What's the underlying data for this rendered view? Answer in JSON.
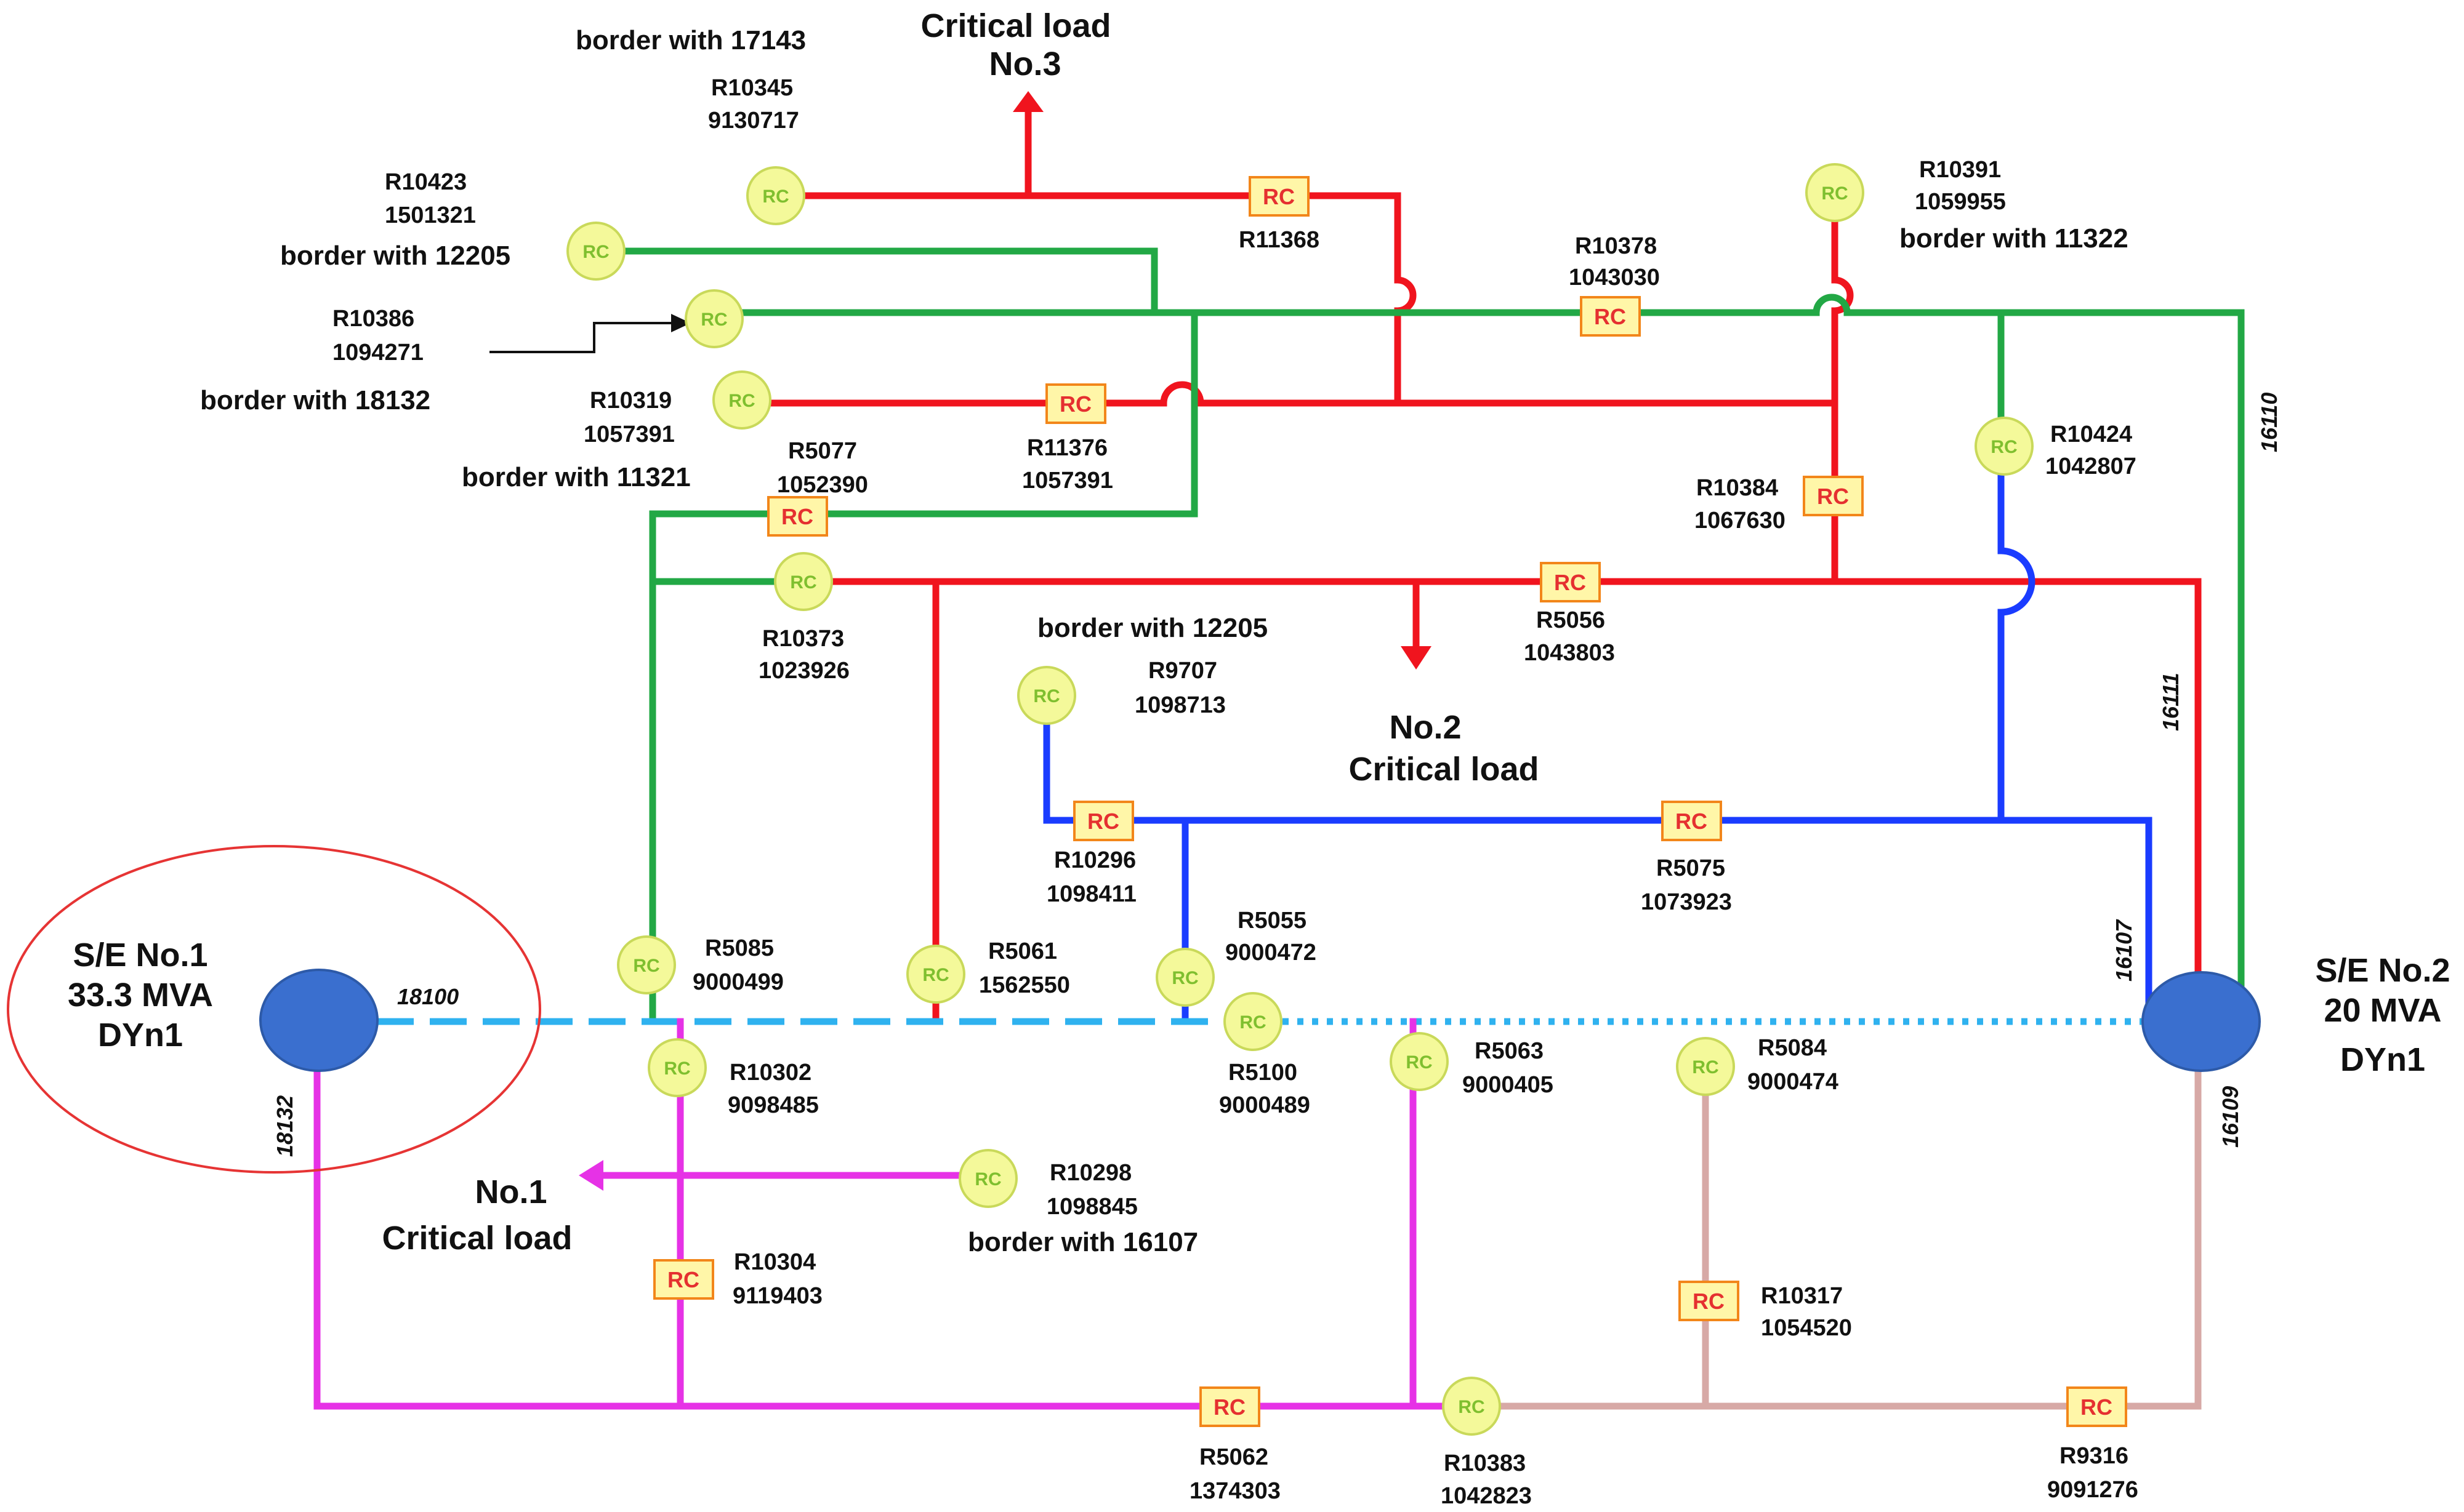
{
  "colors": {
    "red": "#f0141e",
    "green": "#22a845",
    "blue": "#1a3cff",
    "magenta": "#e632e6",
    "pink": "#d7a9a6",
    "cyan": "#2fb2ef",
    "station": "#3a6fcf",
    "rc_circle_fill": "#f4f99a",
    "rc_circle_stroke": "#c9d95a",
    "rc_box_fill": "#fff6a8",
    "rc_box_stroke": "#f2861a"
  },
  "stations": {
    "se1": {
      "line1": "S/E No.1",
      "line2": "33.3 MVA",
      "line3": "DYn1"
    },
    "se2": {
      "line1": "S/E No.2",
      "line2": "20 MVA",
      "line3": "DYn1"
    }
  },
  "critical_loads": {
    "no1": {
      "line1": "No.1",
      "line2": "Critical load"
    },
    "no2": {
      "line1": "No.2",
      "line2": "Critical load"
    },
    "no3": {
      "line1": "Critical load",
      "line2": "No.3"
    }
  },
  "feeders": {
    "f18100": "18100",
    "f18132": "18132",
    "f16110": "16110",
    "f16111": "16111",
    "f16107": "16107",
    "f16109": "16109"
  },
  "switch_symbol": "RC",
  "labels": {
    "border_17143": "border with 17143",
    "r10345": "R10345",
    "n9130717": "9130717",
    "r10423": "R10423",
    "n1501321": "1501321",
    "border_12205_top": "border with 12205",
    "r10386": "R10386",
    "n1094271": "1094271",
    "border_18132": "border with 18132",
    "r10319": "R10319",
    "n1057391a": "1057391",
    "border_11321": "border with 11321",
    "r5077": "R5077",
    "n1052390": "1052390",
    "r11376": "R11376",
    "n1057391b": "1057391",
    "r11368": "R11368",
    "r10378": "R10378",
    "n1043030": "1043030",
    "r10391": "R10391",
    "n1059955": "1059955",
    "border_11322": "border with 11322",
    "r10424": "R10424",
    "n1042807": "1042807",
    "r10384": "R10384",
    "n1067630": "1067630",
    "r10373": "R10373",
    "n1023926": "1023926",
    "border_12205_mid": "border with 12205",
    "r5056": "R5056",
    "n1043803": "1043803",
    "r9707": "R9707",
    "n1098713": "1098713",
    "r10296": "R10296",
    "n1098411": "1098411",
    "r5075": "R5075",
    "n1073923": "1073923",
    "r5085": "R5085",
    "n9000499": "9000499",
    "r5061": "R5061",
    "n1562550": "1562550",
    "r5055": "R5055",
    "n9000472": "9000472",
    "r5100": "R5100",
    "n9000489": "9000489",
    "r5063": "R5063",
    "n9000405": "9000405",
    "r5084": "R5084",
    "n9000474": "9000474",
    "r10302": "R10302",
    "n9098485": "9098485",
    "r10298": "R10298",
    "n1098845": "1098845",
    "border_16107": "border with 16107",
    "r10304": "R10304",
    "n9119403": "9119403",
    "r10317": "R10317",
    "n1054520": "1054520",
    "r5062": "R5062",
    "n1374303": "1374303",
    "r10383": "R10383",
    "n1042823": "1042823",
    "r9316": "R9316",
    "n9091276": "9091276"
  }
}
